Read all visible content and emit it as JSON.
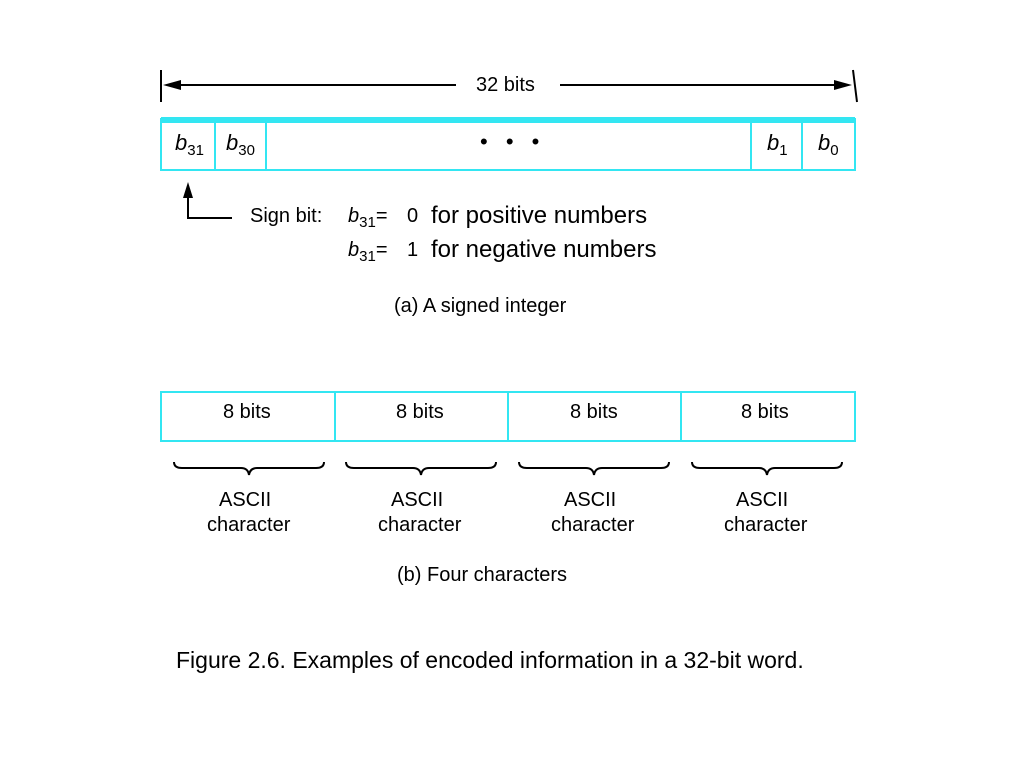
{
  "word_span_label": "32 bits",
  "signed_integer": {
    "bit_cells": [
      {
        "symbol": "b",
        "subscript": "31"
      },
      {
        "symbol": "b",
        "subscript": "30"
      },
      {
        "symbol": "b",
        "subscript": "1"
      },
      {
        "symbol": "b",
        "subscript": "0"
      }
    ],
    "ellipsis": "• • •",
    "sign_bit_label": "Sign bit:",
    "rules": [
      {
        "symbol": "b",
        "subscript": "31",
        "equals": "=",
        "value": "0",
        "meaning": "for positive numbers"
      },
      {
        "symbol": "b",
        "subscript": "31",
        "equals": "=",
        "value": "1",
        "meaning": "for negative numbers"
      }
    ],
    "caption": "(a) A signed integer"
  },
  "four_characters": {
    "byte_cells": [
      "8 bits",
      "8 bits",
      "8 bits",
      "8 bits"
    ],
    "char_labels": [
      {
        "line1": "ASCII",
        "line2": "character"
      },
      {
        "line1": "ASCII",
        "line2": "character"
      },
      {
        "line1": "ASCII",
        "line2": "character"
      },
      {
        "line1": "ASCII",
        "line2": "character"
      }
    ],
    "caption": "(b) Four characters"
  },
  "figure_caption": "Figure 2.6. Examples of encoded information in a 32-bit word.",
  "colors": {
    "box_outline": "#33e6f2",
    "ink": "#000000",
    "background": "#ffffff"
  }
}
